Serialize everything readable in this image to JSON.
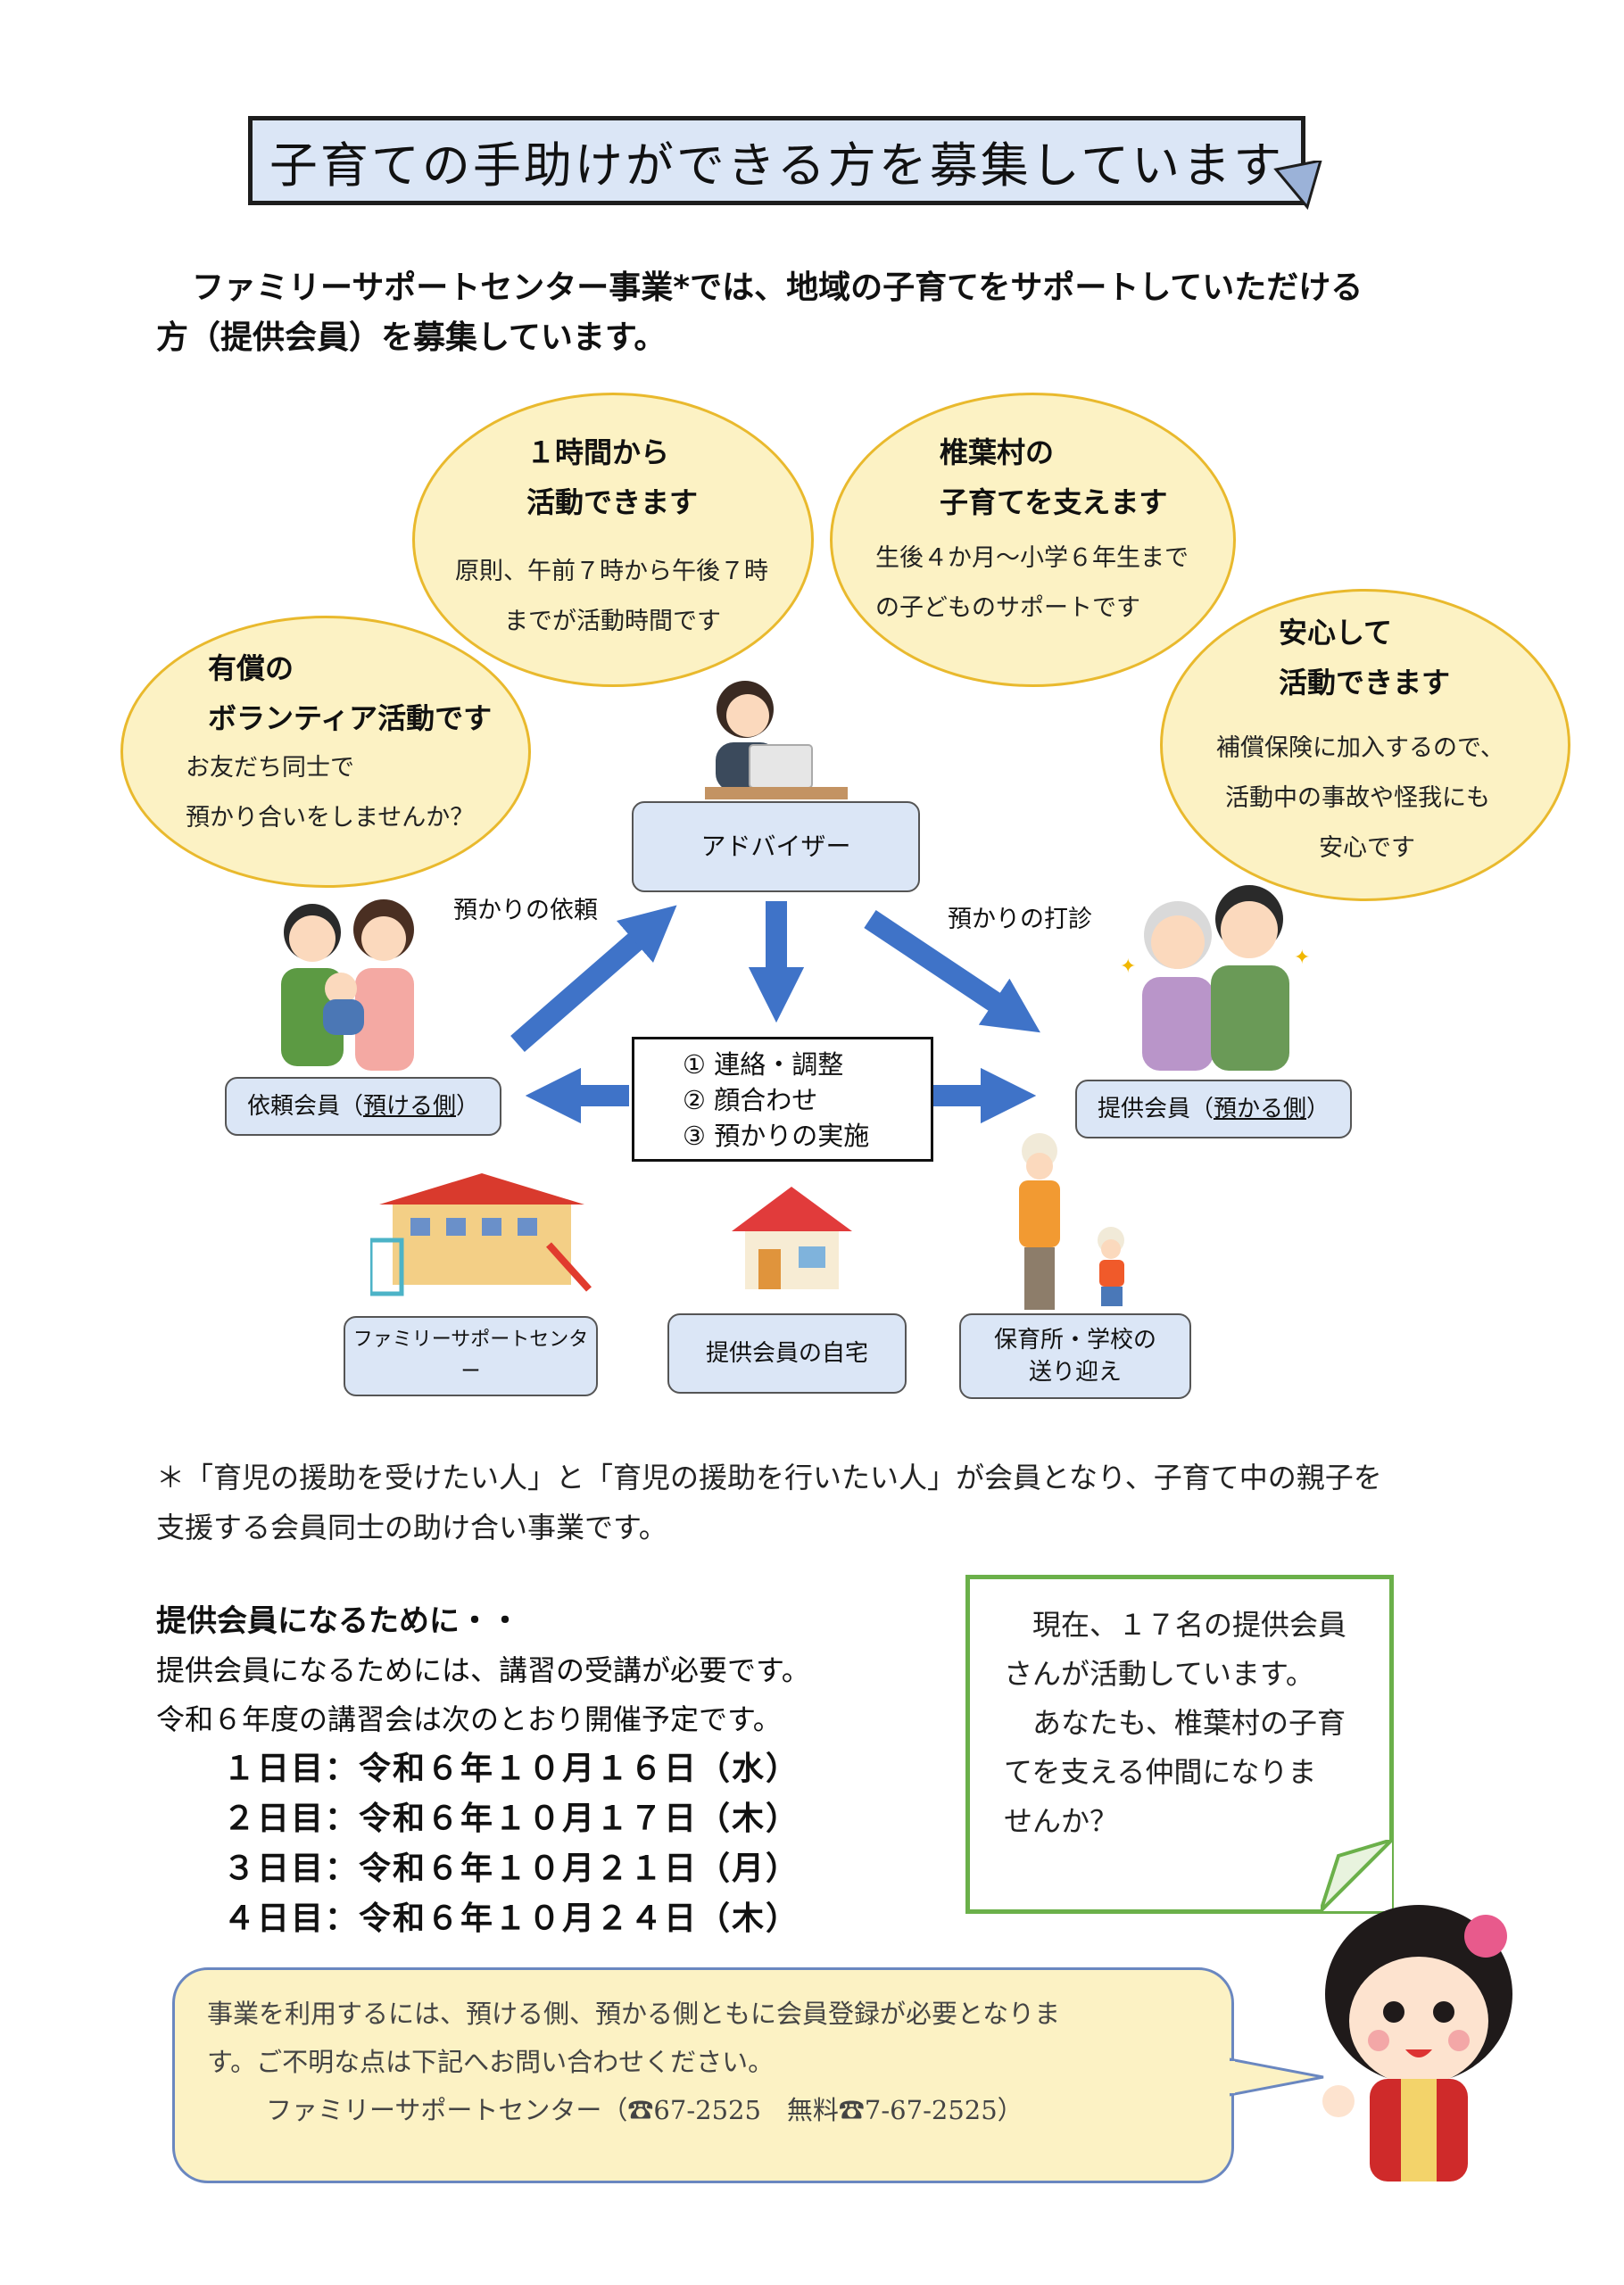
{
  "title": "子育ての手助けができる方を募集しています",
  "intro": {
    "line1": "ファミリーサポートセンター事業*では、地域の子育てをサポートしていただける",
    "line2": "方（提供会員）を募集しています。"
  },
  "bubbles": {
    "hours": {
      "head1": "１時間から",
      "head2": "活動できます",
      "body1": "原則、午前７時から午後７時",
      "body2": "までが活動時間です"
    },
    "village": {
      "head1": "椎葉村の",
      "head2": "子育てを支えます",
      "body1": "生後４か月～小学６年生まで",
      "body2": "の子どものサポートです"
    },
    "volunteer": {
      "head1": "有償の",
      "head2": "ボランティア活動です",
      "body1": "お友だち同士で",
      "body2": "預かり合いをしませんか？"
    },
    "safe": {
      "head1": "安心して",
      "head2": "活動できます",
      "body1": "補償保険に加入するので、",
      "body2": "活動中の事故や怪我にも",
      "body3": "安心です"
    }
  },
  "flow": {
    "advisor": "アドバイザー",
    "request_label": "預かりの依頼",
    "inquiry_label": "預かりの打診",
    "requester": {
      "prefix": "依頼会員（",
      "underlined": "預ける側",
      "suffix": "）"
    },
    "provider": {
      "prefix": "提供会員（",
      "underlined": "預かる側",
      "suffix": "）"
    },
    "steps": [
      "① 連絡・調整",
      "② 顔合わせ",
      "③ 預かりの実施"
    ]
  },
  "places": {
    "center": "ファミリーサポートセンター",
    "home": "提供会員の自宅",
    "school_line1": "保育所・学校の",
    "school_line2": "送り迎え"
  },
  "note": {
    "line1": "＊「育児の援助を受けたい人」と「育児の援助を行いたい人」が会員となり、子育て中の親子を",
    "line2": "支援する会員同士の助け合い事業です。"
  },
  "provider_section": {
    "heading": "提供会員になるために・・",
    "line1": "提供会員になるためには、講習の受講が必要です。",
    "line2": "令和６年度の講習会は次のとおり開催予定です。",
    "dates": [
      "１日目：令和６年１０月１６日（水）",
      "２日目：令和６年１０月１７日（木）",
      "３日目：令和６年１０月２１日（月）",
      "４日目：令和６年１０月２４日（木）"
    ]
  },
  "green_box": {
    "line1": "　現在、１７名の提供会員",
    "line2": "さんが活動しています。",
    "line3": "　あなたも、椎葉村の子育",
    "line4": "てを支える仲間になりま",
    "line5": "せんか？"
  },
  "bottom_box": {
    "line1": "事業を利用するには、預ける側、預かる側ともに会員登録が必要となりま",
    "line2": "す。ご不明な点は下記へお問い合わせください。",
    "line3": "ファミリーサポートセンター（☎67-2525　無料☎7-67-2525）"
  },
  "colors": {
    "accent_blue": "#dbe6f6",
    "arrow_blue": "#3f73c8",
    "bubble_yellow": "#fcf2c4",
    "bubble_border": "#e9b92d",
    "green_border": "#6bb04a"
  }
}
